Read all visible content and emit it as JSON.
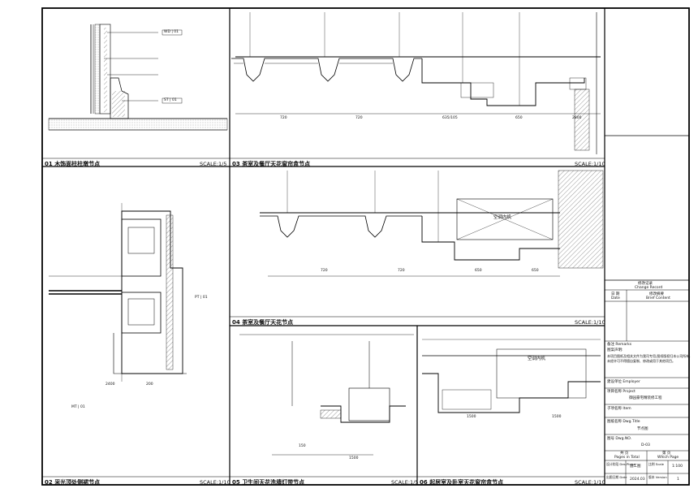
{
  "panels": [
    {
      "id": "p01",
      "num": "01",
      "title": "木饰面柱柱墩节点",
      "scale": "SCALE:1/5"
    },
    {
      "id": "p03a",
      "num": "03",
      "title": "茶室及餐厅天花窗帘盒节点",
      "scale": "SCALE:1/10"
    },
    {
      "id": "p04",
      "num": "04",
      "title": "茶室及餐厅天花节点",
      "scale": "SCALE:1/10"
    },
    {
      "id": "p02",
      "num": "02",
      "title": "采光顶处侧裙节点",
      "scale": "SCALE:1/10"
    },
    {
      "id": "p05",
      "num": "05",
      "title": "卫生间天花洗墙灯带节点",
      "scale": "SCALE:1/5"
    },
    {
      "id": "p06",
      "num": "06",
      "title": "起居室及卧室天花窗帘盒节点",
      "scale": "SCALE:1/10"
    }
  ],
  "dimensions": {
    "p03a": [
      "720",
      "720",
      "635/105",
      "650",
      "2800"
    ],
    "p04": [
      "720",
      "720",
      "650",
      "650"
    ],
    "p02": [
      "2400",
      "200"
    ],
    "p05": [
      "150",
      "1500"
    ],
    "p06": [
      "1500",
      "1500"
    ]
  },
  "annotations": {
    "room_label": "空调内机",
    "material_tags": [
      "WD | 01",
      "ST | 01",
      "PT | 01",
      "MT | 01"
    ]
  },
  "title_block": {
    "change_record_cn": "修改记录",
    "change_record_en": "Change Record",
    "date_cn": "日 期",
    "date_en": "Date",
    "content_cn": "修改摘要",
    "content_en": "Brief Content",
    "remarks_cn": "备注 Remarks",
    "remarks_lines": [
      "图案声明:",
      "本项目图纸及相关文件为我司专用,图纸版权归本公司所有,",
      "未经许可不得擅自复制、修改或用于其他项目。"
    ],
    "designer": "建设单位 Employer",
    "project_label": "项目名称 Project",
    "project_name": "御园豪宅精装修工程",
    "item_label": "子项名称 Item",
    "drawing_label": "图纸名称 Dwg.Title",
    "drawing_name": "节点图",
    "dwg_no_label": "图号 Dwg.NO.",
    "dwg_no": "D-03",
    "total_cn": "共 页",
    "total_en": "Pages in Total",
    "which_cn": "第 页",
    "which_en": "Which Page",
    "phase_label": "设计阶段 Des.Phase",
    "phase": "施工图",
    "scale_label": "比例 Scale",
    "scale": "1:100",
    "date_label": "出图日期 Date",
    "date": "2024.03",
    "version_label": "版本 Version",
    "version": "1"
  }
}
